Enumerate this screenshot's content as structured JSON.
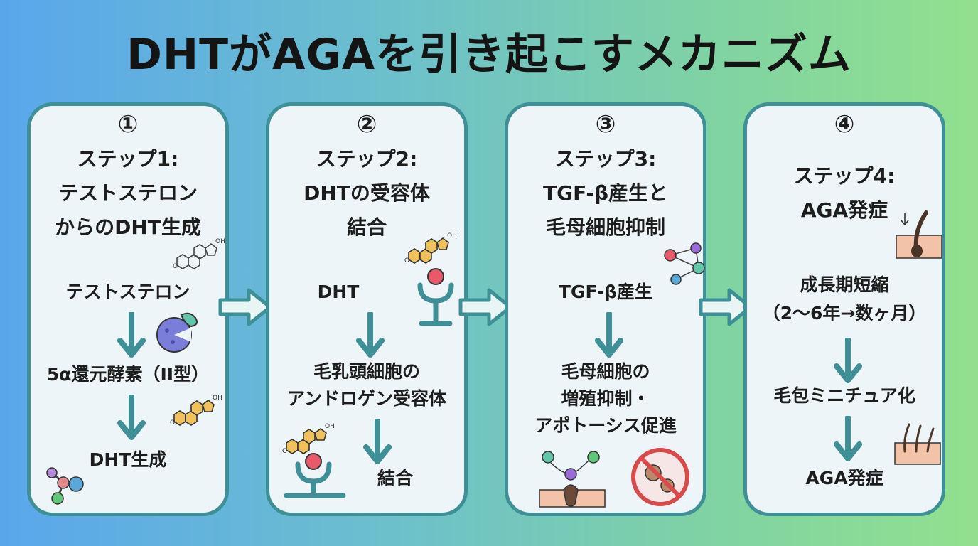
{
  "title": "DHTがAGAを引き起こすメカニズム",
  "colors": {
    "card_border": "#3f8f96",
    "card_fill": "#eef5f8",
    "arrow": "#3f8f96",
    "arrow_fill": "#e9f4f5"
  },
  "steps": [
    {
      "number": "①",
      "heading": [
        "ステップ1:",
        "テストステロン",
        "からのDHT生成"
      ],
      "items": [
        "テストステロン",
        "5α還元酵素（II型）",
        "DHT生成"
      ]
    },
    {
      "number": "②",
      "heading": [
        "ステップ2:",
        "DHTの受容体",
        "結合"
      ],
      "items": [
        "DHT",
        "毛乳頭細胞の",
        "アンドロゲン受容体",
        "結合"
      ]
    },
    {
      "number": "③",
      "heading": [
        "ステップ3:",
        "TGF-β産生と",
        "毛母細胞抑制"
      ],
      "items": [
        "TGF-β産生",
        "毛母細胞の",
        "増殖抑制・",
        "アポトーシス促進"
      ]
    },
    {
      "number": "④",
      "heading": [
        "ステップ4:",
        "AGA発症"
      ],
      "items": [
        "成長期短縮",
        "（2～6年→数ヶ月）",
        "毛包ミニチュア化",
        "AGA発症"
      ]
    }
  ],
  "icons": {
    "card1": [
      "testosterone-molecule-icon",
      "enzyme-icon",
      "dht-molecule-icon",
      "molecule-cluster-icon"
    ],
    "card2": [
      "dht-receptor-icon",
      "androgen-receptor-binding-icon"
    ],
    "card3": [
      "signal-network-icon",
      "hair-matrix-cell-icon",
      "apoptosis-prohibited-icon"
    ],
    "card4": [
      "hair-follicle-icon",
      "miniaturized-hair-icon"
    ]
  }
}
